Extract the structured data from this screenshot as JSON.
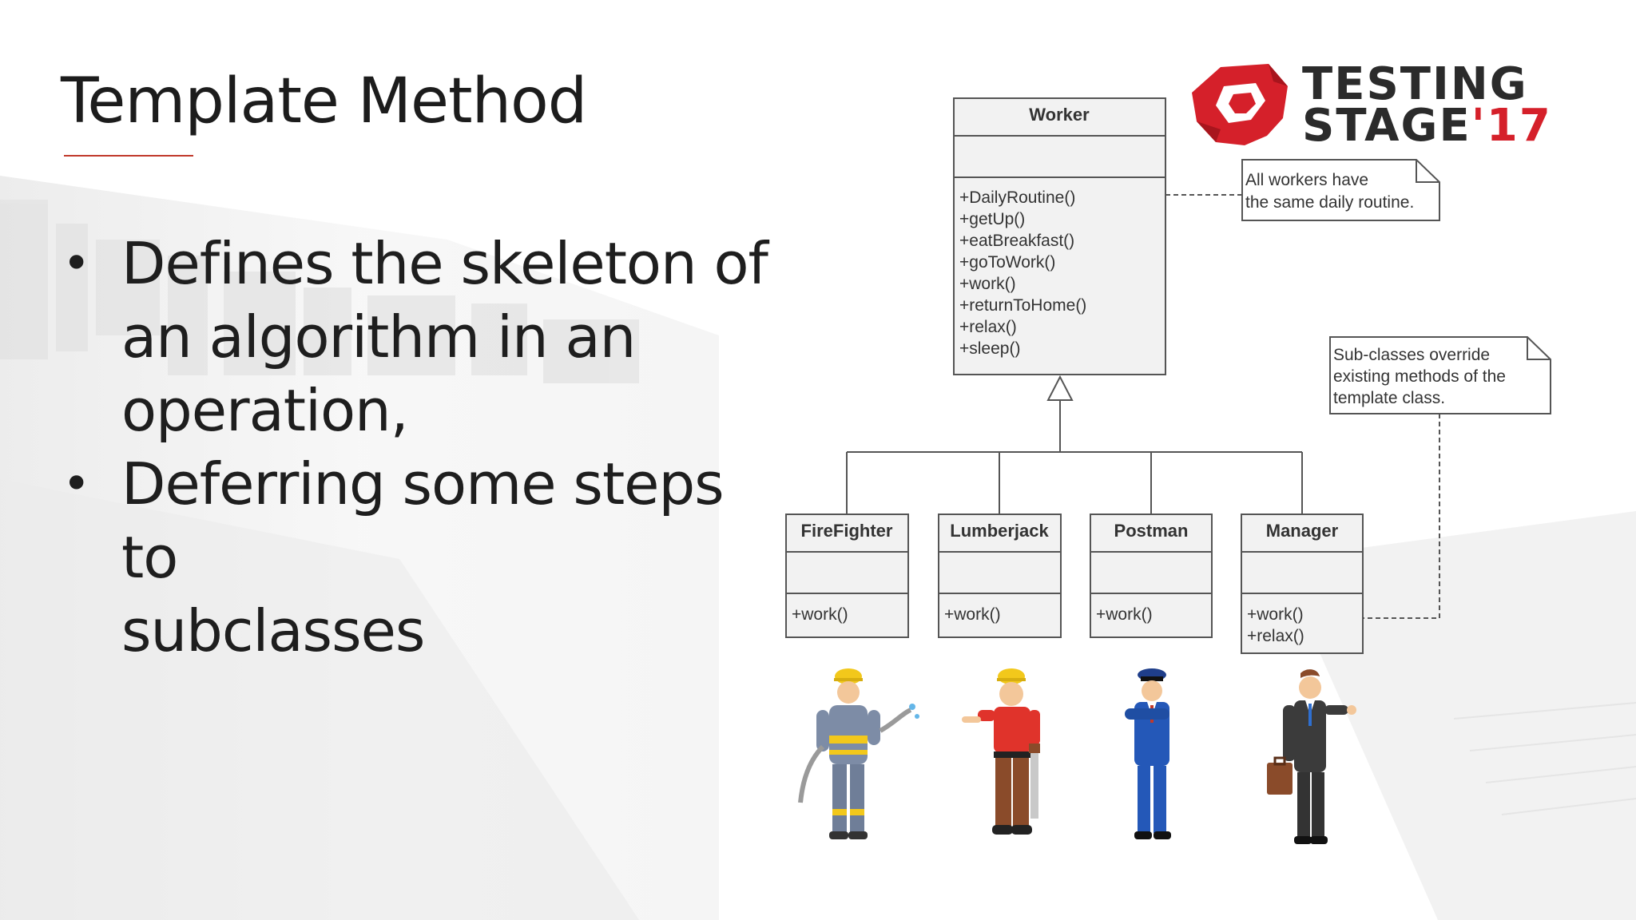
{
  "slide": {
    "title": "Template Method",
    "bullets": [
      {
        "lines": [
          "Defines the skeleton of",
          "an algorithm in an",
          "operation,"
        ]
      },
      {
        "lines": [
          "Deferring some steps to",
          "subclasses"
        ]
      }
    ]
  },
  "logo": {
    "line1": "TESTING",
    "line2": "STAGE",
    "year": "'17"
  },
  "diagram": {
    "base_class": {
      "name": "Worker",
      "methods": [
        "+DailyRoutine()",
        "+getUp()",
        "+eatBreakfast()",
        "+goToWork()",
        "+work()",
        "+returnToHome()",
        "+relax()",
        "+sleep()"
      ]
    },
    "subclasses": [
      {
        "name": "FireFighter",
        "methods": [
          "+work()"
        ]
      },
      {
        "name": "Lumberjack",
        "methods": [
          "+work()"
        ]
      },
      {
        "name": "Postman",
        "methods": [
          "+work()"
        ]
      },
      {
        "name": "Manager",
        "methods": [
          "+work()",
          "+relax()"
        ]
      }
    ],
    "notes": [
      {
        "lines": [
          "All workers have",
          "the same daily routine."
        ]
      },
      {
        "lines": [
          "Sub-classes override",
          "existing methods of the",
          "template class."
        ]
      }
    ]
  },
  "colors": {
    "accent": "#c0392b",
    "logo_red": "#d5202a",
    "box_fill": "#f2f2f2",
    "box_stroke": "#555555"
  },
  "icons": [
    "testing-stage-logo-icon",
    "firefighter-icon",
    "lumberjack-icon",
    "postman-icon",
    "manager-icon"
  ]
}
